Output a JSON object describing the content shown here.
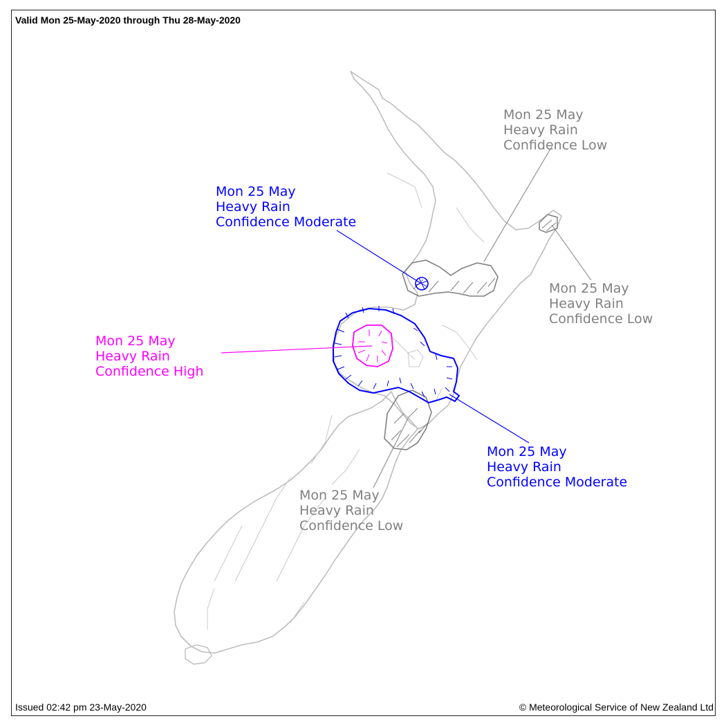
{
  "header": {
    "valid_text": "Valid Mon 25-May-2020 through Thu 28-May-2020"
  },
  "footer": {
    "issued_text": "Issued 02:42 pm 23-May-2020",
    "copyright_text": "© Meteorological Service of New Zealand Ltd"
  },
  "colors": {
    "low": "#808080",
    "moderate": "#0000ff",
    "high": "#ff00ff",
    "land_outline": "#bdbdbd"
  },
  "warnings": [
    {
      "id": "east-cape",
      "day": "Mon 25 May",
      "hazard": "Heavy Rain",
      "confidence": "Confidence Low",
      "level": "low"
    },
    {
      "id": "bay-of-plenty",
      "day": "Mon 25 May",
      "hazard": "Heavy Rain",
      "confidence": "Confidence Low",
      "level": "low"
    },
    {
      "id": "waikato-small",
      "day": "Mon 25 May",
      "hazard": "Heavy Rain",
      "confidence": "Confidence Moderate",
      "level": "moderate"
    },
    {
      "id": "taupo-high",
      "day": "Mon 25 May",
      "hazard": "Heavy Rain",
      "confidence": "Confidence High",
      "level": "high"
    },
    {
      "id": "central-moderate",
      "day": "Mon 25 May",
      "hazard": "Heavy Rain",
      "confidence": "Confidence Moderate",
      "level": "moderate"
    },
    {
      "id": "manawatu-low",
      "day": "Mon 25 May",
      "hazard": "Heavy Rain",
      "confidence": "Confidence Low",
      "level": "low"
    }
  ]
}
